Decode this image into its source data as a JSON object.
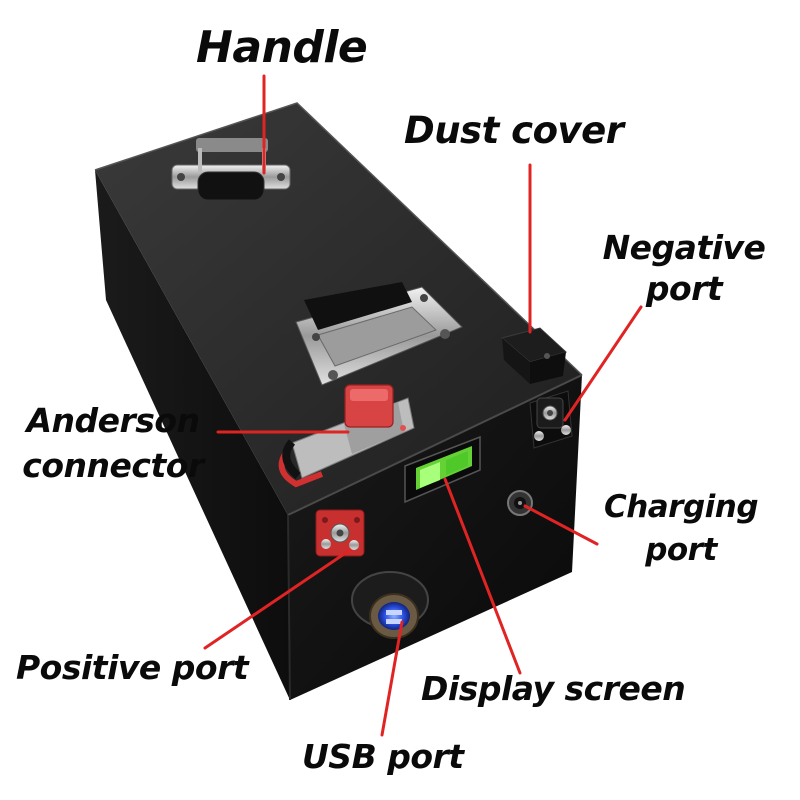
{
  "labels": {
    "handle": "Handle",
    "dust_cover": "Dust cover",
    "negative_port": [
      "Negative",
      "port"
    ],
    "anderson_connector": [
      "Anderson",
      "connector"
    ],
    "charging_port": [
      "Charging",
      "port"
    ],
    "positive_port": "Positive port",
    "display_screen": "Display screen",
    "usb_port": "USB port"
  },
  "colors": {
    "leader_line": "#e02424",
    "battery_body": "#151515",
    "battery_top": "#2c2c2c",
    "display_glow": "#6ee83a",
    "connector_red": "#d84444",
    "usb_glow": "#3a64ff"
  }
}
